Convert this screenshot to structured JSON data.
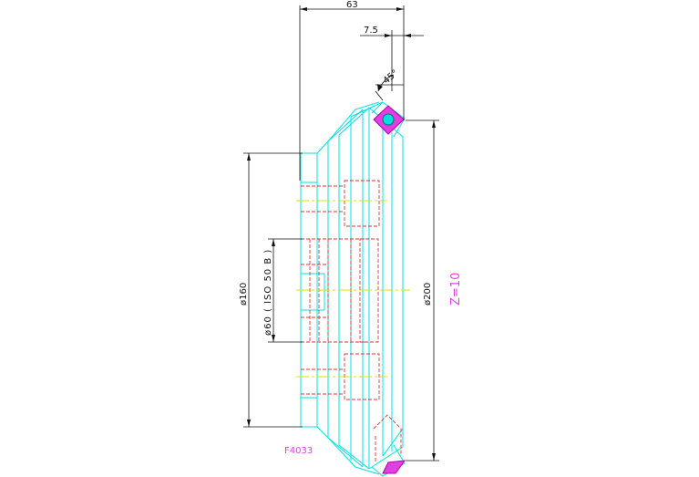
{
  "drawing": {
    "dimensions": {
      "overall_width": "63",
      "insert_offset": "7.5",
      "chamfer_angle": "45°",
      "diameter_200": "ø200",
      "diameter_160": "ø160",
      "bore": "ø60 ( ISO 50 B )"
    },
    "teeth_count": "Z=10",
    "part_code": "F4033"
  },
  "colors": {
    "outline": "#00e0e0",
    "hidden": "#e03030",
    "center": "#e0e000",
    "insert": "#e040e0",
    "dimension": "#111111"
  }
}
